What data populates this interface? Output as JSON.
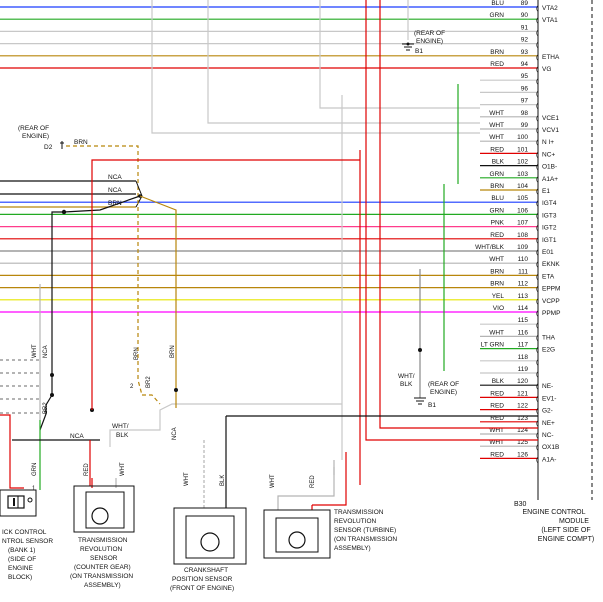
{
  "ecu": {
    "pins": [
      {
        "num": "89",
        "wire": "BLU",
        "sig": "VTA2",
        "color": "#1a3cff"
      },
      {
        "num": "90",
        "wire": "GRN",
        "sig": "VTA1",
        "color": "#22aa22"
      },
      {
        "num": "91",
        "wire": "",
        "sig": "",
        "color": "#c8c8c8"
      },
      {
        "num": "92",
        "wire": "",
        "sig": "",
        "color": "#c8c8c8"
      },
      {
        "num": "93",
        "wire": "BRN",
        "sig": "ETHA",
        "color": "#b8860b"
      },
      {
        "num": "94",
        "wire": "RED",
        "sig": "VG",
        "color": "#e00000"
      },
      {
        "num": "95",
        "wire": "",
        "sig": "",
        "color": "#c8c8c8"
      },
      {
        "num": "96",
        "wire": "",
        "sig": "",
        "color": "#c8c8c8"
      },
      {
        "num": "97",
        "wire": "",
        "sig": "",
        "color": "#c8c8c8"
      },
      {
        "num": "98",
        "wire": "WHT",
        "sig": "VCE1",
        "color": "#b4b4b4"
      },
      {
        "num": "99",
        "wire": "WHT",
        "sig": "VCV1",
        "color": "#b4b4b4"
      },
      {
        "num": "100",
        "wire": "WHT",
        "sig": "N I+",
        "color": "#b4b4b4"
      },
      {
        "num": "101",
        "wire": "RED",
        "sig": "NC+",
        "color": "#e00000"
      },
      {
        "num": "102",
        "wire": "BLK",
        "sig": "O1B-",
        "color": "#111111"
      },
      {
        "num": "103",
        "wire": "GRN",
        "sig": "A1A+",
        "color": "#22aa22"
      },
      {
        "num": "104",
        "wire": "BRN",
        "sig": "E1",
        "color": "#b8860b"
      },
      {
        "num": "105",
        "wire": "BLU",
        "sig": "IGT4",
        "color": "#1a3cff"
      },
      {
        "num": "106",
        "wire": "GRN",
        "sig": "IGT3",
        "color": "#22aa22"
      },
      {
        "num": "107",
        "wire": "PNK",
        "sig": "IGT2",
        "color": "#ff3c8c"
      },
      {
        "num": "108",
        "wire": "RED",
        "sig": "IGT1",
        "color": "#e00000"
      },
      {
        "num": "109",
        "wire": "WHT/BLK",
        "sig": "E01",
        "color": "#888888"
      },
      {
        "num": "110",
        "wire": "WHT",
        "sig": "EKNK",
        "color": "#b4b4b4"
      },
      {
        "num": "111",
        "wire": "BRN",
        "sig": "ETA",
        "color": "#b8860b"
      },
      {
        "num": "112",
        "wire": "BRN",
        "sig": "EPPM",
        "color": "#b8860b"
      },
      {
        "num": "113",
        "wire": "YEL",
        "sig": "VCPP",
        "color": "#e6e600"
      },
      {
        "num": "114",
        "wire": "VIO",
        "sig": "PPMP",
        "color": "#ff00ff"
      },
      {
        "num": "115",
        "wire": "",
        "sig": "",
        "color": "#c8c8c8"
      },
      {
        "num": "116",
        "wire": "WHT",
        "sig": "THA",
        "color": "#b4b4b4"
      },
      {
        "num": "117",
        "wire": "LT GRN",
        "sig": "E2G",
        "color": "#22aa22"
      },
      {
        "num": "118",
        "wire": "",
        "sig": "",
        "color": "#c8c8c8"
      },
      {
        "num": "119",
        "wire": "",
        "sig": "",
        "color": "#c8c8c8"
      },
      {
        "num": "120",
        "wire": "BLK",
        "sig": "NE-",
        "color": "#111111"
      },
      {
        "num": "121",
        "wire": "RED",
        "sig": "EV1-",
        "color": "#e00000"
      },
      {
        "num": "122",
        "wire": "RED",
        "sig": "G2-",
        "color": "#e00000"
      },
      {
        "num": "123",
        "wire": "RED",
        "sig": "NE+",
        "color": "#e00000"
      },
      {
        "num": "124",
        "wire": "WHT",
        "sig": "NC-",
        "color": "#b4b4b4"
      },
      {
        "num": "125",
        "wire": "WHT",
        "sig": "OX1B",
        "color": "#b4b4b4"
      },
      {
        "num": "126",
        "wire": "RED",
        "sig": "A1A-",
        "color": "#e00000"
      }
    ],
    "connector_id": "B30",
    "label_lines": [
      "ENGINE CONTROL",
      "MODULE",
      "(LEFT SIDE OF",
      "ENGINE COMPT)"
    ]
  },
  "grounds": {
    "b1_top": {
      "label_lines": [
        "(REAR OF",
        "ENGINE)"
      ],
      "id": "B1"
    },
    "d2": {
      "label_lines": [
        "(REAR OF",
        "ENGINE)"
      ],
      "id": "D2",
      "wire": "BRN"
    },
    "b1_mid": {
      "wire_lines": [
        "WHT/",
        "BLK"
      ],
      "label_lines": [
        "(REAR OF",
        "ENGINE)"
      ],
      "id": "B1"
    }
  },
  "left_wires": {
    "nca_1": "NCA",
    "nca_2": "NCA",
    "brn": "BRN",
    "wht_v": "WHT",
    "nca_v": "NCA",
    "br2_left": "BR2",
    "brn_v1": "BRN",
    "br2_mid": "BR2",
    "brn_v2": "BRN",
    "nca_h": "NCA",
    "wht_blk_lines": [
      "WHT/",
      "BLK"
    ],
    "nca_v2": "NCA",
    "grn_v": "GRN"
  },
  "pin_marks": {
    "one": "1",
    "two": "2"
  },
  "knock_sensor": {
    "label_lines": [
      "ICK CONTROL",
      "NTROL SENSOR",
      "(BANK 1)",
      "(SIDE OF",
      "ENGINE",
      "BLOCK)"
    ]
  },
  "counter_sensor": {
    "wire_1": "RED",
    "wire_2": "WHT",
    "label_lines": [
      "TRANSMISSION",
      "REVOLUTION",
      "SENSOR",
      "(COUNTER GEAR)",
      "(ON TRANSMISSION",
      "ASSEMBLY)"
    ]
  },
  "crank_sensor": {
    "wire_1": "WHT",
    "wire_2": "BLK",
    "label_lines": [
      "CRANKSHAFT",
      "POSITION SENSOR",
      "(FRONT OF ENGINE)"
    ]
  },
  "turbine_sensor": {
    "wire_1": "WHT",
    "wire_2": "RED",
    "label_lines": [
      "TRANSMISSION",
      "REVOLUTION",
      "SENSOR (TURBINE)",
      "(ON TRANSMISSION",
      "ASSEMBLY)"
    ]
  }
}
